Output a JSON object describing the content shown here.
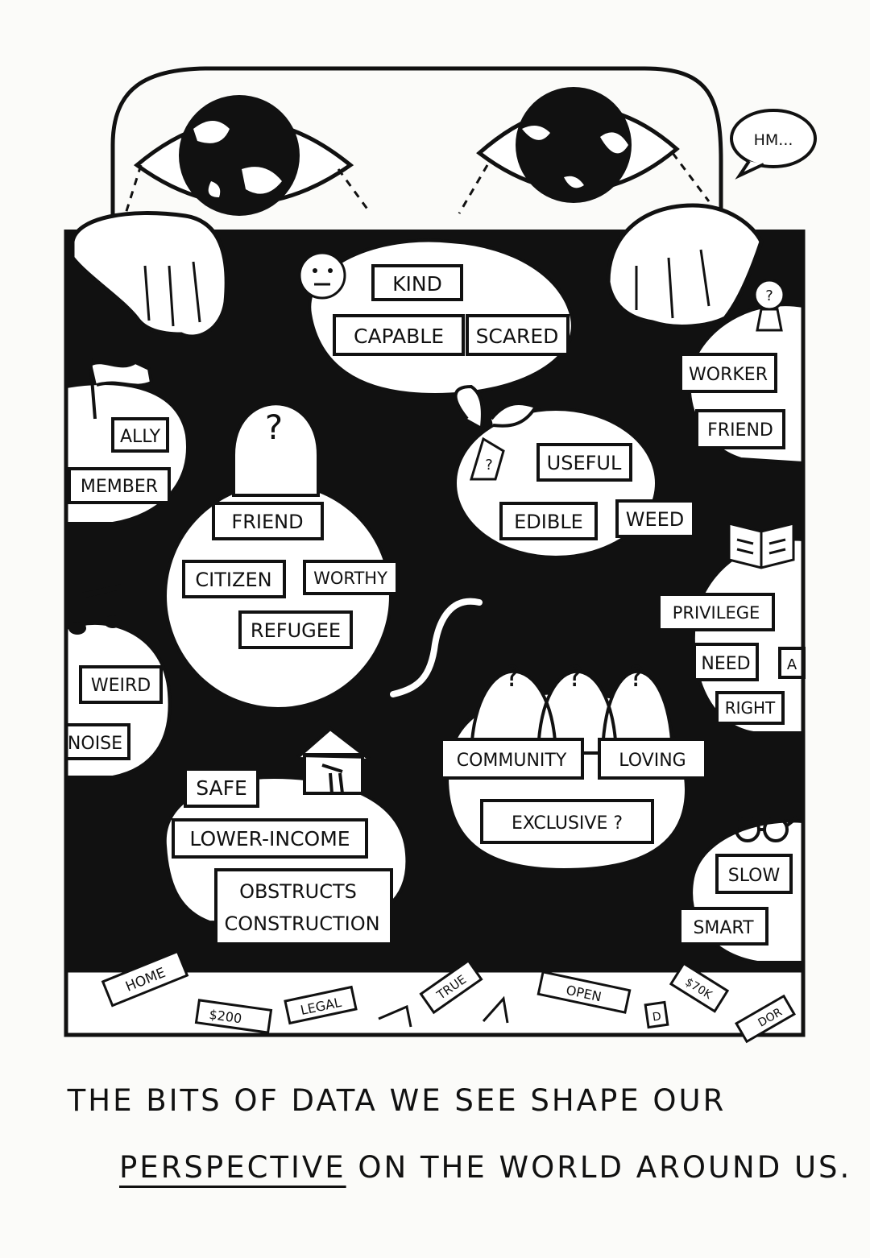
{
  "speech": "HM...",
  "bubbles": {
    "top_center": [
      "KIND",
      "CAPABLE",
      "SCARED"
    ],
    "person": [
      "FRIEND",
      "CITIZEN",
      "WORTHY",
      "REFUGEE"
    ],
    "plant": [
      "USEFUL",
      "EDIBLE",
      "WEED"
    ],
    "group": [
      "COMMUNITY",
      "LOVING",
      "EXCLUSIVE ?"
    ],
    "home": [
      "SAFE",
      "LOWER-INCOME",
      "OBSTRUCTS",
      "CONSTRUCTION"
    ],
    "left_flag": [
      "ALLY",
      "MEMBER"
    ],
    "left_music": [
      "WEIRD",
      "NOISE"
    ],
    "right_top": [
      "WORKER",
      "FRIEND"
    ],
    "right_book": [
      "PRIVILEGE",
      "NEED",
      "A",
      "RIGHT"
    ],
    "right_glasses": [
      "SLOW",
      "SMART"
    ]
  },
  "marks": {
    "person": "?",
    "group": [
      "?",
      "?",
      "?"
    ],
    "plant": "?",
    "right_top": "?"
  },
  "floor_cards": [
    "HOME",
    "$200",
    "LEGAL",
    "TRUE",
    "OPEN",
    "$70K",
    "DOR",
    "D"
  ],
  "caption": {
    "line1": "THE BITS OF DATA WE SEE SHAPE OUR",
    "line2_emph": "PERSPECTIVE",
    "line2_rest": "ON THE WORLD AROUND US."
  }
}
